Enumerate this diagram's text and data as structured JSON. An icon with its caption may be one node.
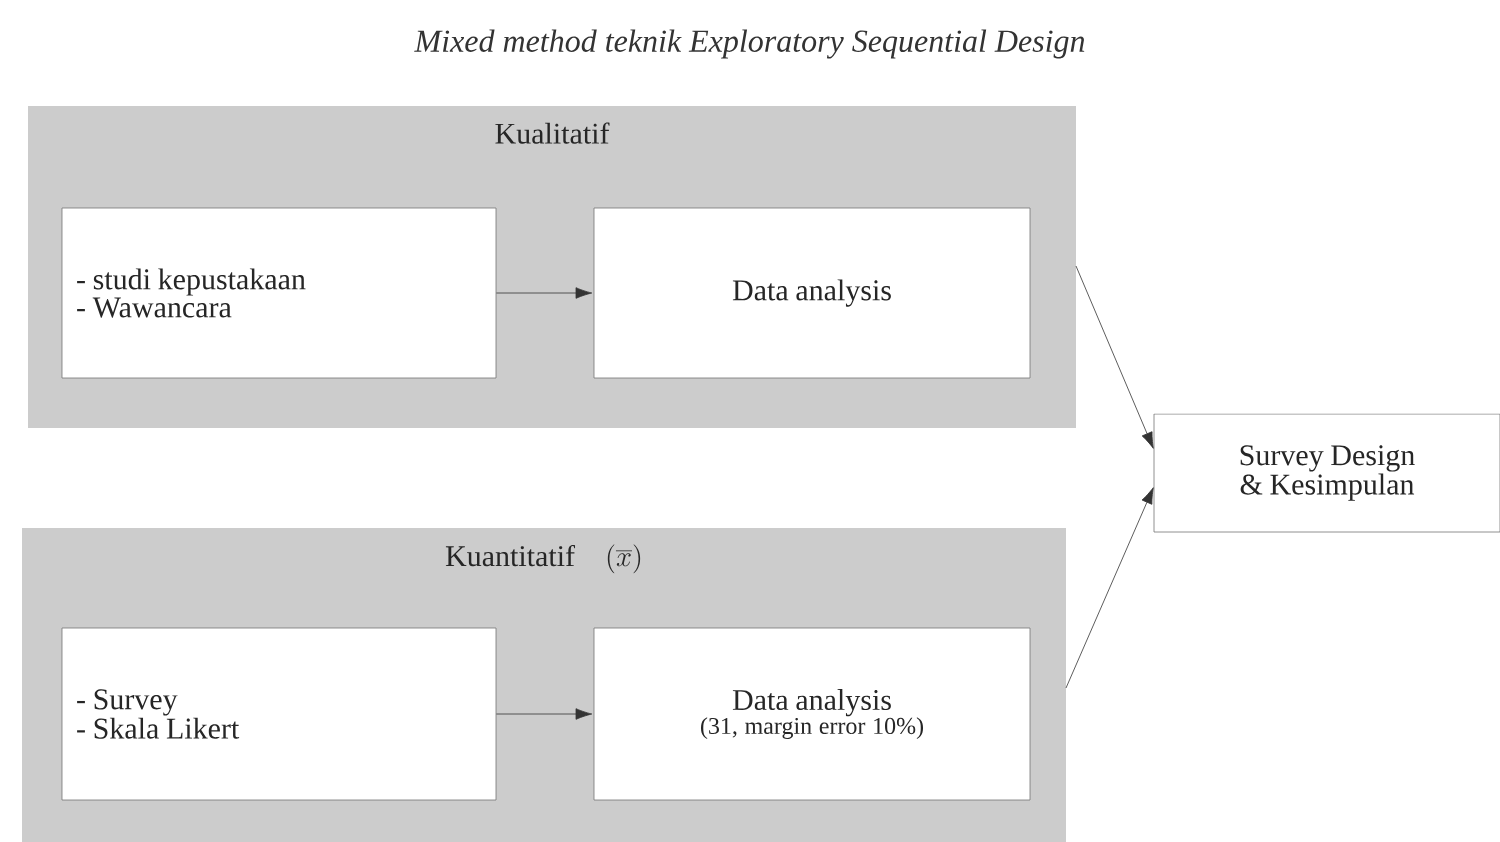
{
  "diagram": {
    "title": "Mixed method teknik Exploratory Sequential Design",
    "nodes": [
      {
        "text": [
          "Kualitatif"
        ]
      },
      {
        "text": [
          "- studi kepustakaan",
          "- Wawancara"
        ],
        "in": 0
      },
      {
        "text": [
          "Data analysis"
        ],
        "in": 0
      },
      {
        "text": [
          "Kuantitatif",
          "(\\overline{x})"
        ]
      },
      {
        "text": [
          "- Survey",
          "- Skala Likert"
        ],
        "in": 3
      },
      {
        "text": [
          "Data analysis",
          "(31, margin error 10%)"
        ],
        "in": 3
      },
      {
        "text": [
          "Survey Design & Kesimpulan"
        ]
      }
    ],
    "edges": [
      {
        "from": 1,
        "to": 2,
        "arrow": "to"
      },
      {
        "from": 4,
        "to": 5,
        "arrow": "to"
      },
      {
        "from": 0,
        "to": 6,
        "arrow": "to"
      },
      {
        "from": 3,
        "to": 6,
        "arrow": "to"
      }
    ]
  }
}
